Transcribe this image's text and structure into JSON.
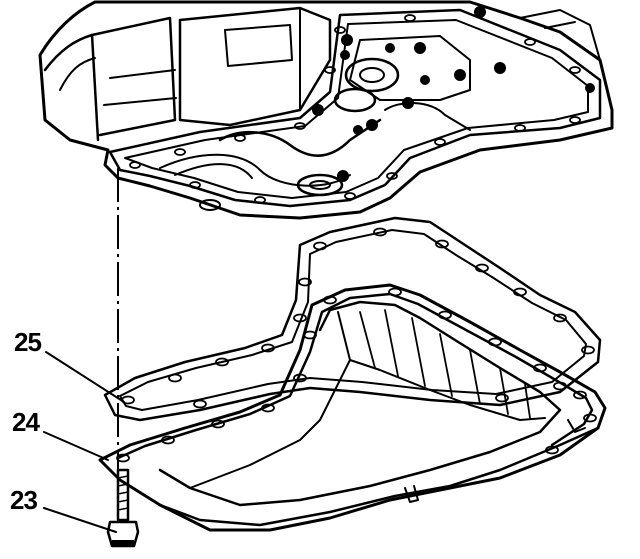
{
  "callouts": [
    {
      "number": "25",
      "part": "gasket"
    },
    {
      "number": "24",
      "part": "oil-pan"
    },
    {
      "number": "23",
      "part": "bolt"
    }
  ]
}
